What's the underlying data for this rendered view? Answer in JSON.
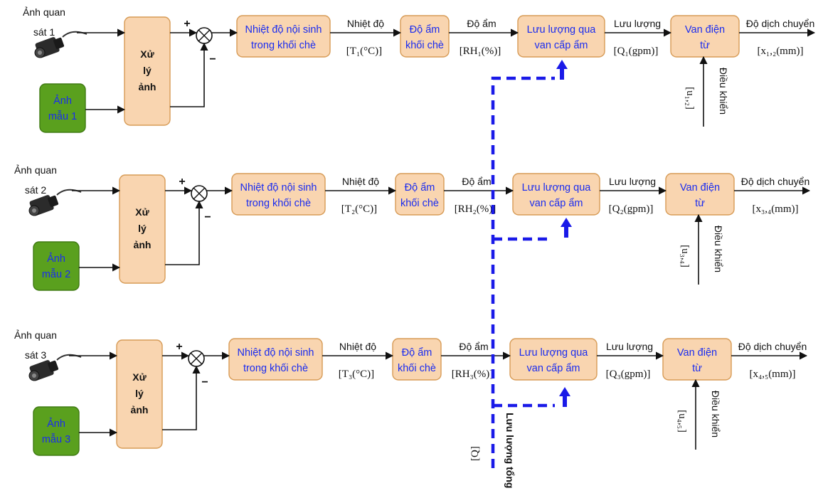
{
  "colors": {
    "block_fill": "#f9d5b0",
    "block_stroke": "#d79b56",
    "sample_fill": "#5aa01e",
    "text_blue": "#1a2cf0",
    "dash_blue": "#1a1ae8"
  },
  "rows": [
    {
      "observe_line1": "Ảnh quan",
      "observe_line2": "sát 1",
      "sample_line1": "Ảnh",
      "sample_line2": "mẫu 1",
      "process_line1": "Xử",
      "process_line2": "lý",
      "process_line3": "ảnh",
      "plus": "+",
      "minus": "−",
      "temp_line1": "Nhiệt độ nội sinh",
      "temp_line2": "trong khối chè",
      "temp_label": "Nhiệt độ",
      "temp_math": "[T₁(°C)]",
      "hum_line1": "Độ ẩm",
      "hum_line2": "khối chè",
      "hum_label": "Độ ẩm",
      "hum_math": "[RH₁(%)]",
      "flow_line1": "Lưu lượng qua",
      "flow_line2": "van cấp ẩm",
      "flow_label": "Lưu lượng",
      "flow_math": "[Q₁(gpm)]",
      "valve_line1": "Van điện",
      "valve_line2": "từ",
      "disp_label": "Độ dịch chuyển",
      "disp_math": "[x₁,₂(mm)]",
      "ctrl_label": "Điều khiển",
      "ctrl_math": "[u₁,₂]"
    },
    {
      "observe_line1": "Ảnh quan",
      "observe_line2": "sát 2",
      "sample_line1": "Ảnh",
      "sample_line2": "mẫu 2",
      "process_line1": "Xử",
      "process_line2": "lý",
      "process_line3": "ảnh",
      "plus": "+",
      "minus": "−",
      "temp_line1": "Nhiệt độ nội sinh",
      "temp_line2": "trong khối chè",
      "temp_label": "Nhiệt độ",
      "temp_math": "[T₂(°C)]",
      "hum_line1": "Độ ẩm",
      "hum_line2": "khối chè",
      "hum_label": "Độ ẩm",
      "hum_math": "[RH₂(%)]",
      "flow_line1": "Lưu lượng qua",
      "flow_line2": "van cấp ẩm",
      "flow_label": "Lưu lượng",
      "flow_math": "[Q₂(gpm)]",
      "valve_line1": "Van điện",
      "valve_line2": "từ",
      "disp_label": "Độ dịch chuyển",
      "disp_math": "[x₃,₄(mm)]",
      "ctrl_label": "Điều khiển",
      "ctrl_math": "[u₃,₄]"
    },
    {
      "observe_line1": "Ảnh quan",
      "observe_line2": "sát 3",
      "sample_line1": "Ảnh",
      "sample_line2": "mẫu 3",
      "process_line1": "Xử",
      "process_line2": "lý",
      "process_line3": "ảnh",
      "plus": "+",
      "minus": "−",
      "temp_line1": "Nhiệt độ nội sinh",
      "temp_line2": "trong khối chè",
      "temp_label": "Nhiệt độ",
      "temp_math": "[T₃(°C)]",
      "hum_line1": "Độ ẩm",
      "hum_line2": "khối chè",
      "hum_label": "Độ ẩm",
      "hum_math": "[RH₃(%)]",
      "flow_line1": "Lưu lượng qua",
      "flow_line2": "van cấp ẩm",
      "flow_label": "Lưu lượng",
      "flow_math": "[Q₃(gpm)]",
      "valve_line1": "Van điện",
      "valve_line2": "từ",
      "disp_label": "Độ dịch chuyển",
      "disp_math": "[x₄,₅(mm)]",
      "ctrl_label": "Điều khiển",
      "ctrl_math": "[u₄,₅]"
    }
  ],
  "total_flow": {
    "label": "Lưu lượng tổng",
    "math": "[Q]"
  }
}
